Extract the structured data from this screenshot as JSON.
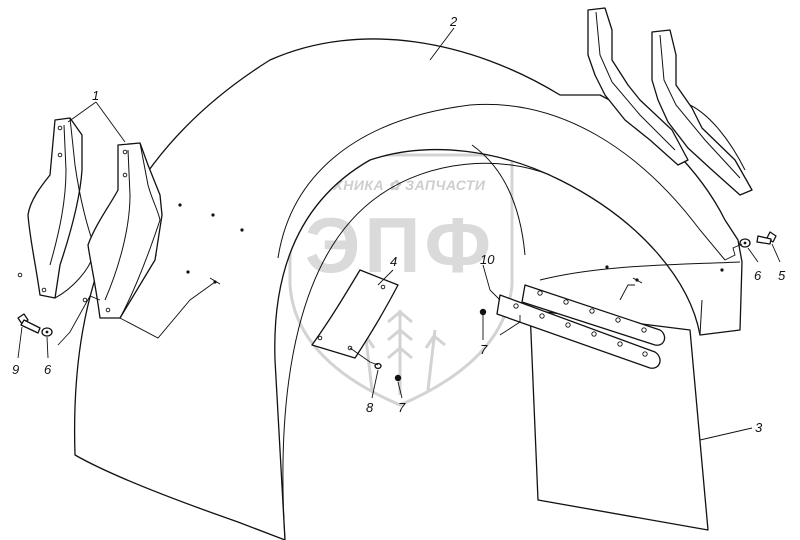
{
  "callouts": {
    "c1": "1",
    "c2": "2",
    "c3": "3",
    "c4": "4",
    "c5": "5",
    "c6_right": "6",
    "c6_left": "6",
    "c7_top": "7",
    "c7_bottom": "7",
    "c8": "8",
    "c9": "9",
    "c10": "10"
  },
  "watermark": {
    "brand_text": "ТЕХНИКА ✿ ЗАПЧАСТИ",
    "logo_letters": "ЭПФ"
  },
  "colors": {
    "line": "#111111",
    "background": "#ffffff",
    "watermark": "#cccccc"
  }
}
